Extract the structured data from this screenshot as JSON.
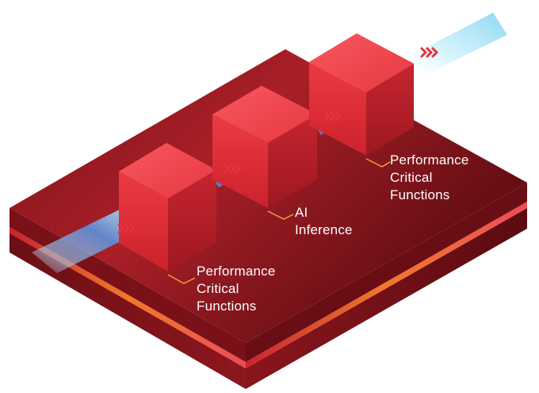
{
  "labels": {
    "left": [
      "Performance",
      "Critical",
      "Functions"
    ],
    "middle": [
      "AI",
      "Inference"
    ],
    "right": [
      "Performance",
      "Critical",
      "Functions"
    ]
  },
  "colors": {
    "board_top_light": "#b8262e",
    "board_top_dark": "#5e0c12",
    "board_side": "#6a0f16",
    "accent_stripe": "#f07a2a",
    "accent_stripe_pink": "#ef4b57",
    "cube_front": "#e02c35",
    "cube_side": "#b81f27",
    "cube_top": "#f24a52",
    "stream_light": "#c9f1fb",
    "stream_mid": "#7ab8e6",
    "stream_dark": "#3a66c4",
    "chevron": "#e8313b",
    "callout": "#f2a03a",
    "label_text": "#ffffff"
  },
  "icons": {
    "flow_marker": "triple-chevron-right-icon"
  }
}
